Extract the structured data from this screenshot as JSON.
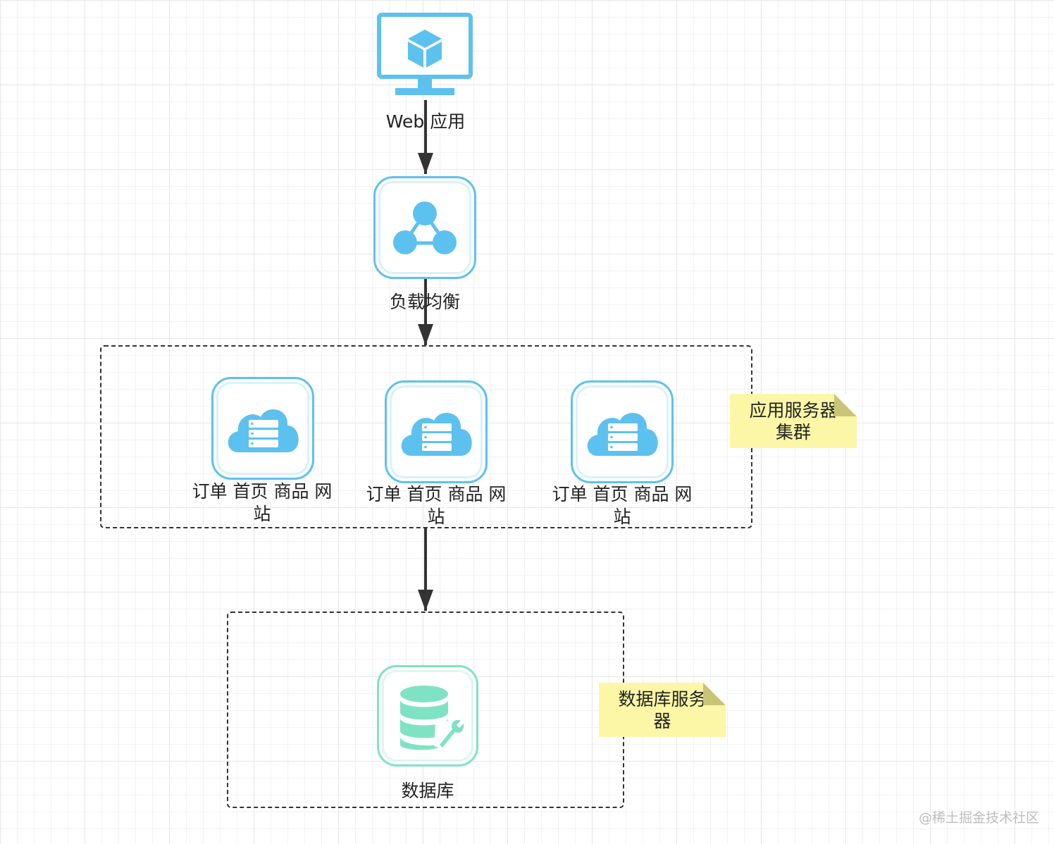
{
  "nodes": {
    "web": "Web 应用",
    "lb": "负载均衡",
    "app_servers": [
      "订单 首页 商品 网站",
      "订单 首页 商品 网站",
      "订单 首页 商品 网站"
    ],
    "db": "数据库"
  },
  "notes": {
    "app_cluster": "应用服务器集群",
    "db_server": "数据库服务器"
  },
  "watermark": "@稀土掘金技术社区",
  "colors": {
    "icon_blue": "#5dc1f0",
    "icon_green": "#7fe3c3",
    "note_yellow": "#fbf7a6",
    "arrow": "#333333"
  }
}
